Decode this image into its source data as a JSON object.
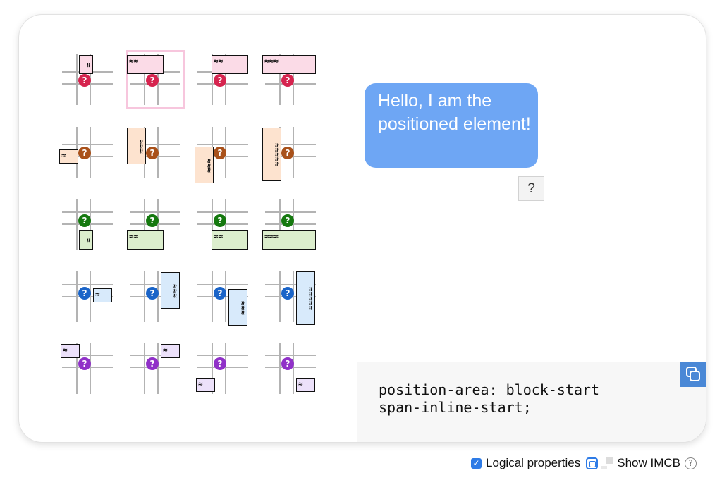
{
  "colors": {
    "row_anchor": [
      "#d6244f",
      "#a9511a",
      "#15790f",
      "#1a64c8",
      "#9031c8"
    ],
    "row_fill": [
      "#fbdbe7",
      "#fde3cf",
      "#dceecd",
      "#d8eafb",
      "#ece1fa"
    ],
    "bubble": "#6ea6f4",
    "selection_outline": "#f7c6dd"
  },
  "grid": {
    "anchor_glyph": "?",
    "selected_index": 1,
    "cells": [
      {
        "text": "≈"
      },
      {
        "text": "≈≈"
      },
      {
        "text": "≈≈"
      },
      {
        "text": "≈≈≈"
      },
      {
        "text": "≈"
      },
      {
        "text": "≈≈≈"
      },
      {
        "text": "≈≈≈"
      },
      {
        "text": "≈≈≈≈≈"
      },
      {
        "text": "≈"
      },
      {
        "text": "≈≈"
      },
      {
        "text": "≈≈"
      },
      {
        "text": "≈≈≈"
      },
      {
        "text": "≈"
      },
      {
        "text": "≈≈≈"
      },
      {
        "text": "≈≈≈"
      },
      {
        "text": "≈≈≈≈≈"
      },
      {
        "text": "≈"
      },
      {
        "text": "≈"
      },
      {
        "text": "≈"
      },
      {
        "text": "≈"
      }
    ]
  },
  "bubble_text": "Hello, I am the positioned element!",
  "anchor_button_label": "?",
  "code": "position-area: block-start\nspan-inline-start;",
  "copy_icon": "copy-icon",
  "footer": {
    "logical_label": "Logical properties",
    "imcb_label": "Show IMCB",
    "help_glyph": "?"
  }
}
